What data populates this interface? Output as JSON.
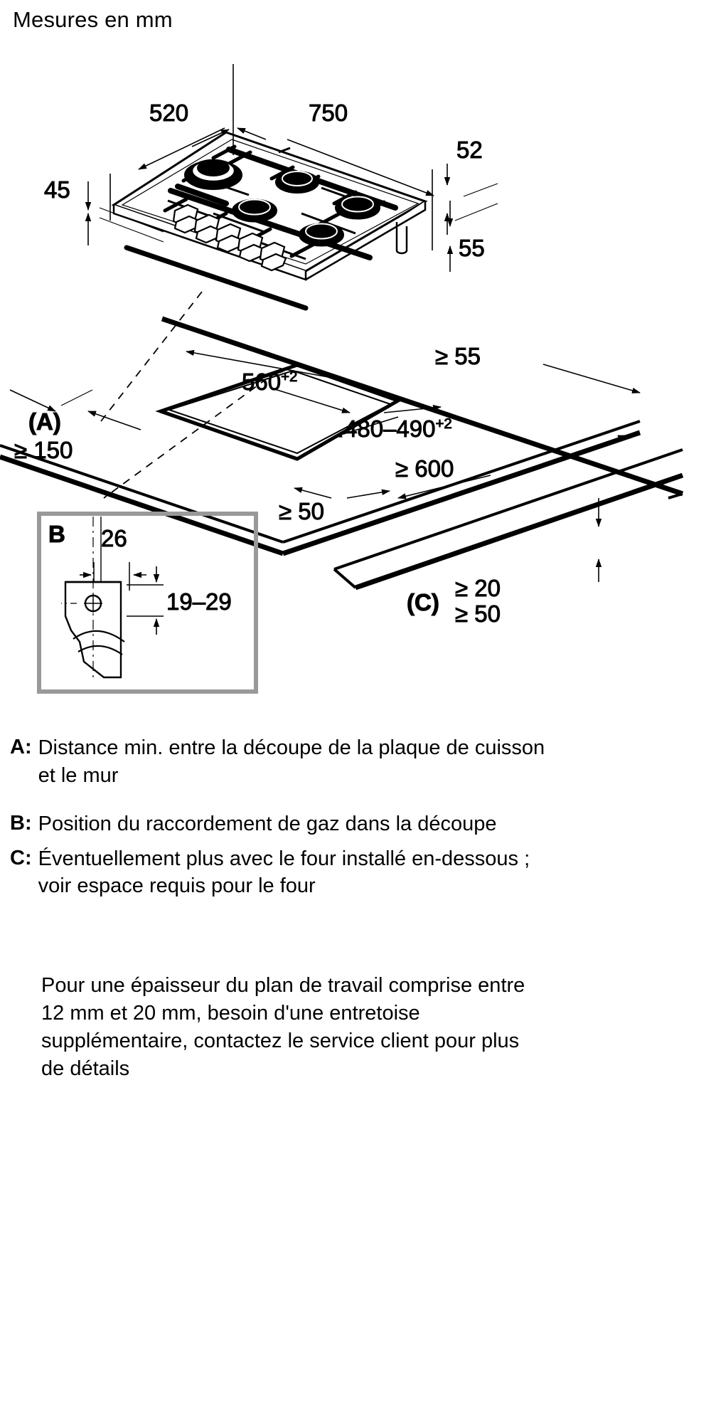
{
  "page": {
    "title": "Mesures en mm",
    "bg": "#ffffff",
    "ink": "#000000",
    "box_border": "#999999"
  },
  "hob_dimensions": {
    "depth": "520",
    "width": "750",
    "front_lip": "45",
    "frame_height": "52",
    "gas_pipe_height": "55"
  },
  "cutout_dimensions": {
    "cutout_width": "560",
    "cutout_width_tol": "+2",
    "cutout_depth": "480–490",
    "cutout_depth_tol": "+2",
    "rear_clearance": "≥ 55",
    "worktop_depth": "≥ 600",
    "front_clearance": "≥ 50",
    "wall_distance_label": "(A)",
    "wall_distance_value": "≥ 150",
    "under_clearance_label": "(C)",
    "under_clearance_top": "≥ 20",
    "under_clearance_bottom": "≥ 50"
  },
  "detail_b": {
    "label": "B",
    "width": "26",
    "height_range": "19–29"
  },
  "legend": [
    {
      "key": "A:",
      "text": "Distance min. entre la découpe de la plaque de cuisson et le mur"
    },
    {
      "key": "B:",
      "text": "Position du raccordement de gaz dans la découpe"
    },
    {
      "key": "C:",
      "text": "Éventuellement plus avec le four installé en-dessous ; voir espace requis pour le four"
    }
  ],
  "footnote": "Pour une épaisseur du plan de travail comprise entre 12 mm et 20 mm, besoin d'une entretoise supplémentaire, contactez le service client pour plus de détails"
}
